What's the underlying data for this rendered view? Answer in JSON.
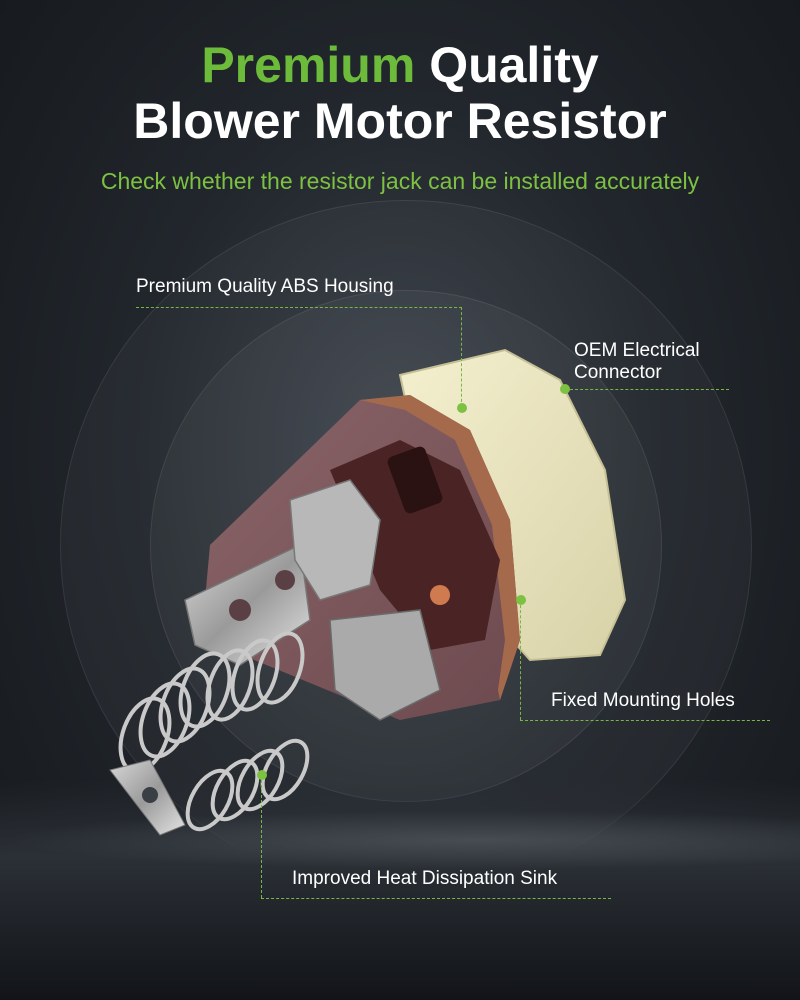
{
  "headline": {
    "line1_accent": "Premium",
    "line1_rest": " Quality",
    "line2": "Blower Motor Resistor"
  },
  "subtitle": "Check whether the resistor jack can be installed accurately",
  "callouts": {
    "housing": "Premium Quality ABS Housing",
    "connector_line1": "OEM Electrical",
    "connector_line2": "Connector",
    "mounting": "Fixed Mounting Holes",
    "heat_sink": "Improved Heat Dissipation Sink"
  },
  "colors": {
    "accent_green": "#6dbb3a",
    "background": "#1d2126",
    "text": "#ffffff"
  }
}
